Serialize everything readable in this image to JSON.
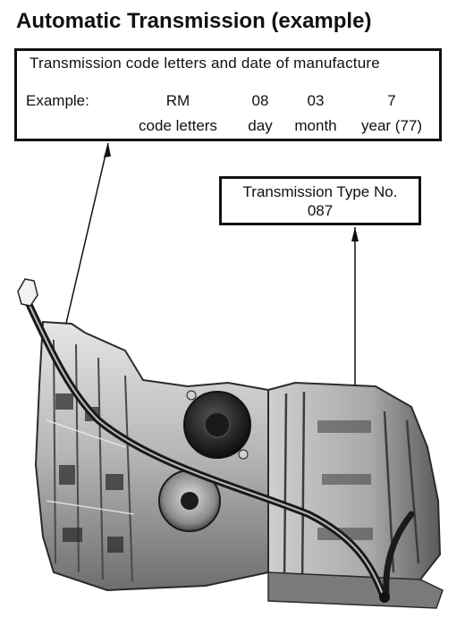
{
  "title": "Automatic Transmission (example)",
  "code_box": {
    "heading": "Transmission code letters and date of manufacture",
    "example_label": "Example:",
    "columns": [
      {
        "value": "RM",
        "label": "code letters"
      },
      {
        "value": "08",
        "label": "day"
      },
      {
        "value": "03",
        "label": "month"
      },
      {
        "value": "7",
        "label": "year (77)"
      }
    ]
  },
  "type_box": {
    "line1": "Transmission Type No.",
    "line2": "087"
  },
  "colors": {
    "ink": "#111111",
    "housing_light": "#d9d9d9",
    "housing_mid": "#9a9a9a",
    "housing_dark": "#3a3a3a"
  }
}
